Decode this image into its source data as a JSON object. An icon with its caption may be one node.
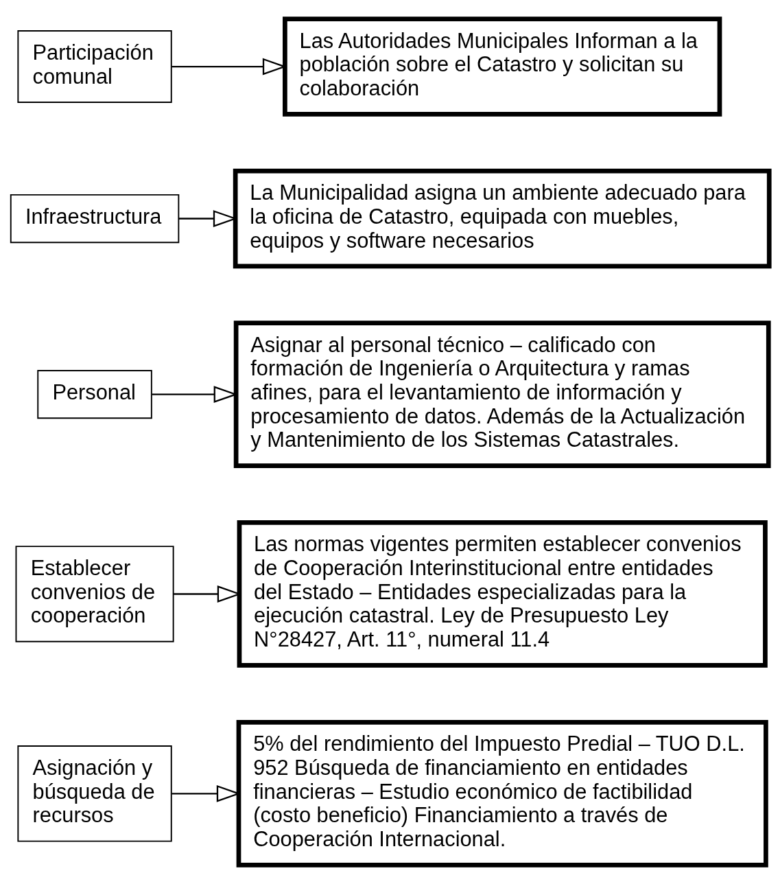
{
  "diagram": {
    "nodes": [
      {
        "text": [
          "Asignación y búsqueda de recursos"
        ]
      },
      {
        "text": [
          "5% del rendimiento del Impuesto Predial – TUO D.L. 952 Búsqueda de financiamiento en entidades financieras – Estudio económico de factibilidad (costo beneficio) Financiamiento a través de Cooperación Internacional."
        ]
      },
      {
        "text": [
          "Establecer convenios de cooperación"
        ]
      },
      {
        "text": [
          "Las normas vigentes permiten establecer convenios de Cooperación Interinstitucional entre entidades del Estado – Entidades especializadas para la ejecución catastral. Ley de Presupuesto Ley N°28427, Art. 11°, numeral 11.4"
        ]
      },
      {
        "text": [
          "Personal"
        ]
      },
      {
        "text": [
          "Asignar al personal técnico – calificado con formación de Ingeniería o Arquitectura y ramas afines, para el levantamiento de información y procesamiento de datos. Además de la Actualización y Mantenimiento de los Sistemas Catastrales."
        ]
      },
      {
        "text": [
          "Infraestructura"
        ]
      },
      {
        "text": [
          "La Municipalidad asigna un ambiente adecuado para la oficina de Catastro, equipada con muebles, equipos y software necesarios"
        ]
      },
      {
        "text": [
          "Participación comunal"
        ]
      },
      {
        "text": [
          "Las Autoridades Municipales Informan a la población sobre el Catastro y solicitan su colaboración"
        ]
      }
    ],
    "edges": [
      {
        "from": 0,
        "to": 1,
        "arrow": "to"
      },
      {
        "from": 2,
        "to": 3,
        "arrow": "to"
      },
      {
        "from": 4,
        "to": 5,
        "arrow": "to"
      },
      {
        "from": 6,
        "to": 7,
        "arrow": "to"
      },
      {
        "from": 8,
        "to": 9,
        "arrow": "to"
      }
    ]
  }
}
